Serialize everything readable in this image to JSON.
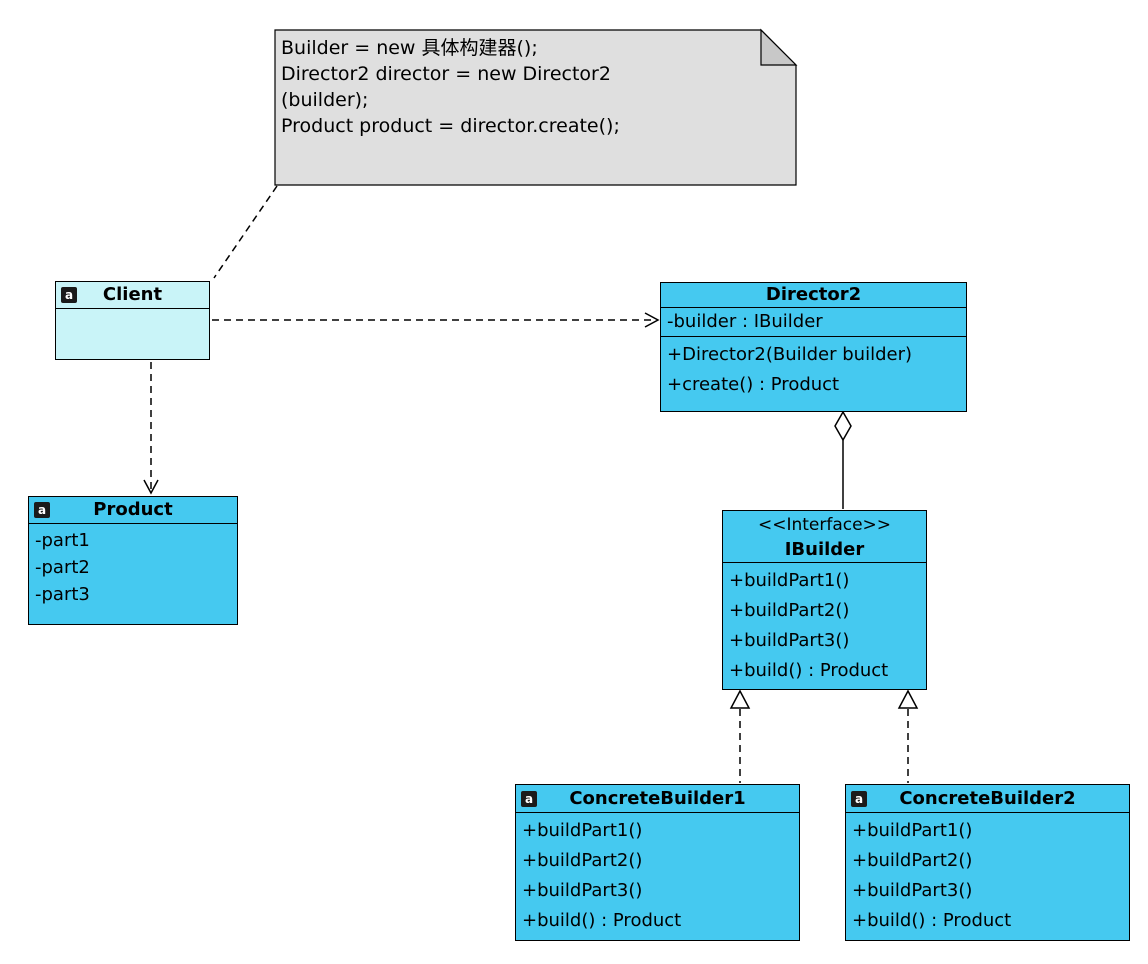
{
  "note": {
    "lines": [
      "Builder = new 具体构建器();",
      "Director2 director = new Director2",
      "(builder);",
      "Product product = director.create();"
    ]
  },
  "badge_letter": "a",
  "classes": {
    "client": {
      "name": "Client"
    },
    "director2": {
      "name": "Director2",
      "attributes": [
        "-builder : IBuilder"
      ],
      "methods": [
        "+Director2(Builder builder)",
        "+create() : Product"
      ]
    },
    "product": {
      "name": "Product",
      "attributes": [
        "-part1",
        "-part2",
        "-part3"
      ]
    },
    "ibuilder": {
      "stereotype": "<<Interface>>",
      "name": "IBuilder",
      "methods": [
        "+buildPart1()",
        "+buildPart2()",
        "+buildPart3()",
        "+build() : Product"
      ]
    },
    "concretebuilder1": {
      "name": "ConcreteBuilder1",
      "methods": [
        "+buildPart1()",
        "+buildPart2()",
        "+buildPart3()",
        "+build() : Product"
      ]
    },
    "concretebuilder2": {
      "name": "ConcreteBuilder2",
      "methods": [
        "+buildPart1()",
        "+buildPart2()",
        "+buildPart3()",
        "+build() : Product"
      ]
    }
  },
  "relationships": [
    {
      "from": "Note",
      "to": "Client",
      "type": "note-anchor",
      "style": "dashed"
    },
    {
      "from": "Client",
      "to": "Director2",
      "type": "dependency",
      "style": "dashed-open-arrow"
    },
    {
      "from": "Client",
      "to": "Product",
      "type": "dependency",
      "style": "dashed-open-arrow"
    },
    {
      "from": "Director2",
      "to": "IBuilder",
      "type": "aggregation",
      "style": "solid-hollow-diamond"
    },
    {
      "from": "ConcreteBuilder1",
      "to": "IBuilder",
      "type": "realization",
      "style": "dashed-hollow-triangle"
    },
    {
      "from": "ConcreteBuilder2",
      "to": "IBuilder",
      "type": "realization",
      "style": "dashed-hollow-triangle"
    }
  ],
  "colors": {
    "class_fill": "#45C9F0",
    "client_fill": "#C9F4F8",
    "note_fill": "#DFDFDF",
    "note_fold": "#C8C8C8",
    "border": "#000000"
  }
}
